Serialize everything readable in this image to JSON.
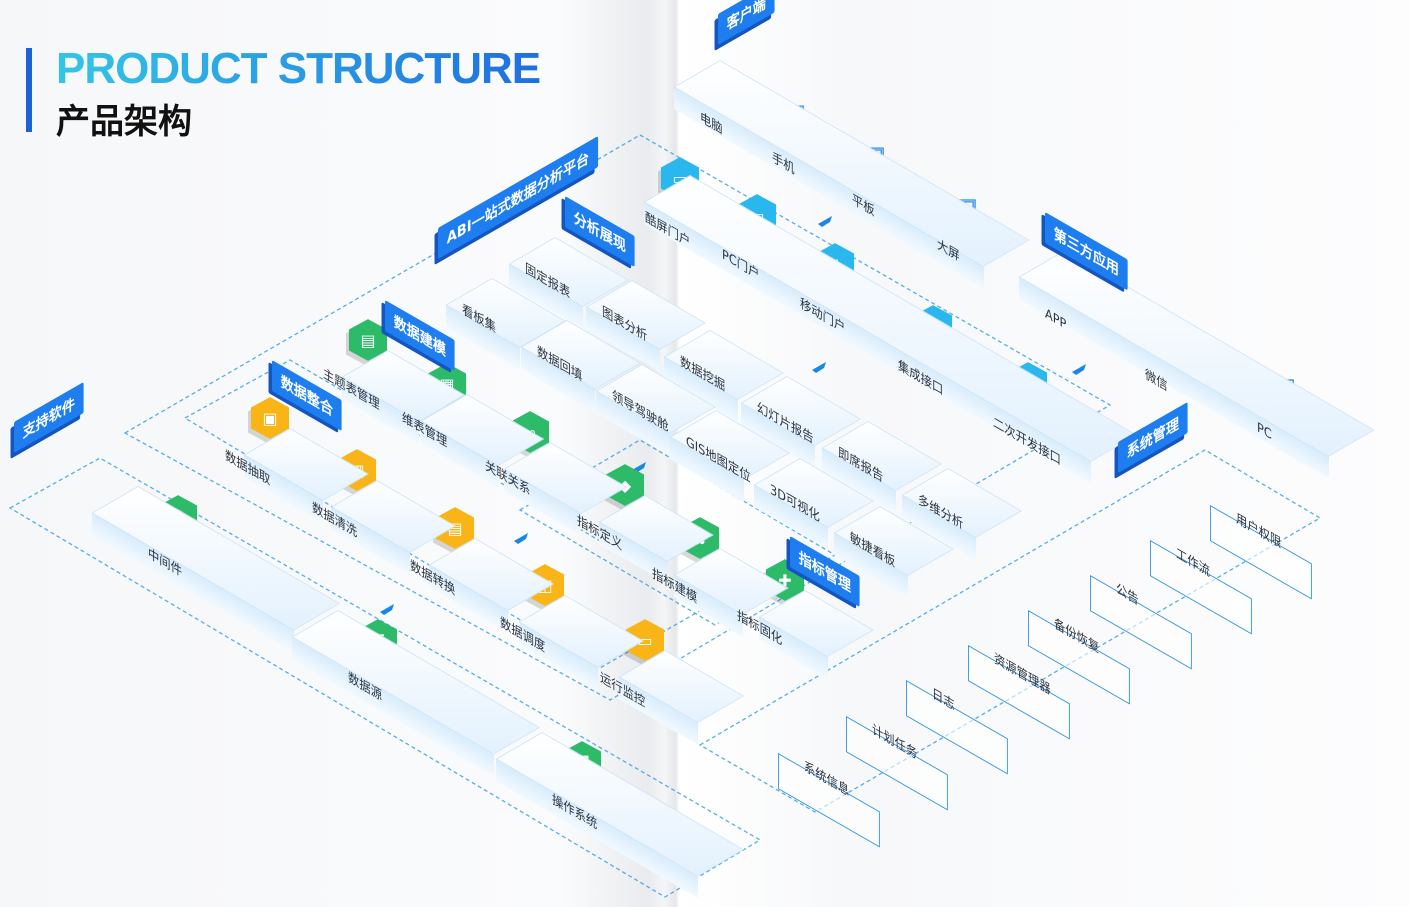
{
  "header": {
    "title_en": "PRODUCT STRUCTURE",
    "title_zh": "产品架构"
  },
  "colors": {
    "primary_blue": "#1c63d8",
    "tag_blue": "#1e7ef0",
    "cyan_icon": "#29b7ee",
    "green_icon": "#2dbb6a",
    "yellow_icon": "#f9b417",
    "box_face": "#eaf4fd",
    "dash_line": "#2a9be0"
  },
  "tags": {
    "client": "客户端",
    "abi_platform": "ABI一站式数据分析平台",
    "analysis_display": "分析展现",
    "data_modeling": "数据建模",
    "data_integration": "数据整合",
    "support_software": "支持软件",
    "third_party": "第三方应用",
    "system_management": "系统管理",
    "metric_management": "指标管理"
  },
  "client_devices": [
    {
      "label": "电脑",
      "icon": "monitor-icon"
    },
    {
      "label": "手机",
      "icon": "phone-icon"
    },
    {
      "label": "平板",
      "icon": "tablet-icon"
    },
    {
      "label": "大屏",
      "icon": "screen-icon"
    }
  ],
  "portals": [
    {
      "label": "酷屏门户",
      "icon": "tv-icon"
    },
    {
      "label": "PC门户",
      "icon": "monitor-icon"
    },
    {
      "label": "移动门户",
      "icon": "mobile-icon"
    },
    {
      "label": "集成接口",
      "icon": "sliders-icon"
    },
    {
      "label": "二次开发接口",
      "icon": "sync-icon"
    }
  ],
  "third_party_apps": [
    {
      "label": "APP",
      "icon": "app-grid-icon"
    },
    {
      "label": "微信",
      "icon": "wechat-icon"
    },
    {
      "label": "PC",
      "icon": "windows-icon"
    }
  ],
  "analysis_items": {
    "row1": [
      "固定报表",
      "图表分析",
      "数据挖掘",
      "幻灯片报告",
      "即席报告",
      "多维分析"
    ],
    "row2": [
      "看板集",
      "数据回填",
      "领导驾驶舱",
      "GIS地图定位",
      "3D可视化",
      "敏捷看板"
    ]
  },
  "modeling_items": [
    {
      "label": "主题表管理",
      "icon": "doc-icon"
    },
    {
      "label": "维表管理",
      "icon": "table-icon"
    },
    {
      "label": "关联关系",
      "icon": "link-icon"
    }
  ],
  "metric_items": [
    {
      "label": "指标定义",
      "icon": "tag-icon"
    },
    {
      "label": "指标建模",
      "icon": "cluster-icon"
    },
    {
      "label": "指标固化",
      "icon": "puzzle-icon"
    }
  ],
  "integration_items": [
    {
      "label": "数据抽取",
      "icon": "save-icon"
    },
    {
      "label": "数据清洗",
      "icon": "chart-icon"
    },
    {
      "label": "数据转换",
      "icon": "convert-icon"
    },
    {
      "label": "数据调度",
      "icon": "schedule-icon"
    },
    {
      "label": "运行监控",
      "icon": "monitor-chat-icon"
    }
  ],
  "support_items": [
    {
      "label": "中间件",
      "icon": "nodes-icon"
    },
    {
      "label": "数据源",
      "icon": "database-icon"
    },
    {
      "label": "操作系统",
      "icon": "screen-os-icon"
    }
  ],
  "system_items": [
    "用户权限",
    "工作流",
    "公告",
    "备份恢复",
    "资源管理器",
    "日志",
    "计划任务",
    "系统信息"
  ]
}
